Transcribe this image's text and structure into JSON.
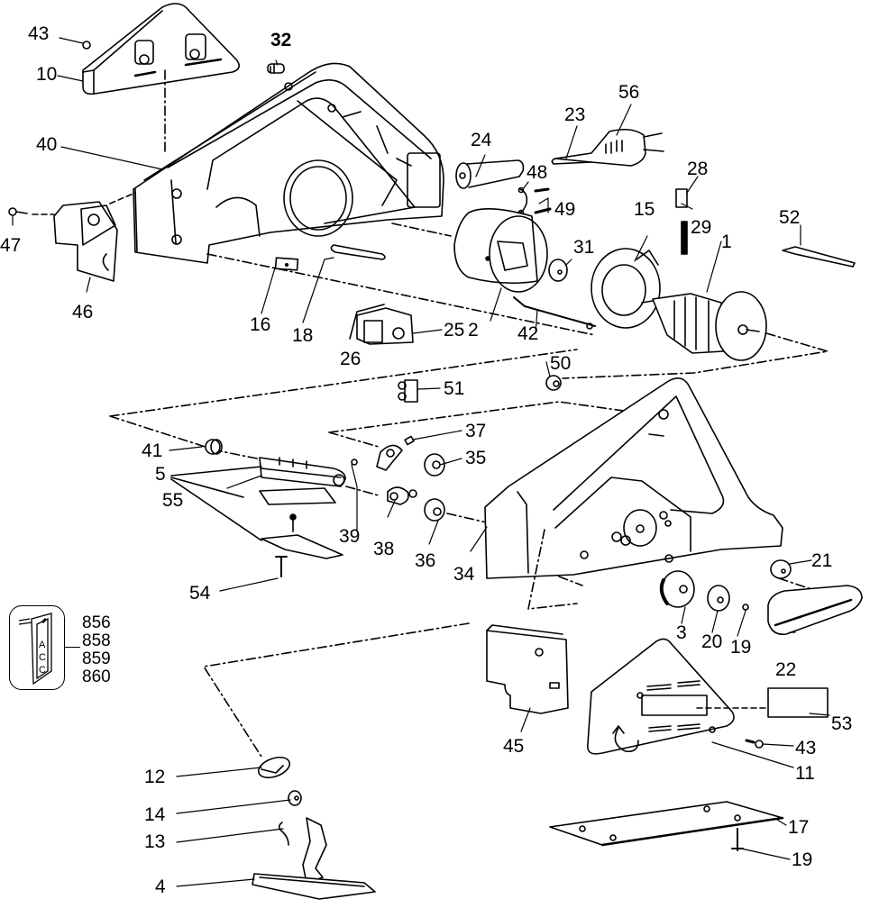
{
  "title": "Exploded parts diagram – electric planer",
  "callouts": {
    "p43a": "43",
    "p10": "10",
    "p32": "32",
    "p40": "40",
    "p47": "47",
    "p46": "46",
    "p16": "16",
    "p18": "18",
    "p24": "24",
    "p23": "23",
    "p56": "56",
    "p48": "48",
    "p49": "49",
    "p28": "28",
    "p29": "29",
    "p15": "15",
    "p52": "52",
    "p1": "1",
    "p31": "31",
    "p2": "2",
    "p42": "42",
    "p25": "25",
    "p26": "26",
    "p50": "50",
    "p51": "51",
    "p37": "37",
    "p35": "35",
    "p41": "41",
    "p5": "5",
    "p55": "55",
    "p39": "39",
    "p38": "38",
    "p36": "36",
    "p34": "34",
    "p54": "54",
    "p21": "21",
    "p3": "3",
    "p20": "20",
    "p19a": "19",
    "p22": "22",
    "p45": "45",
    "p53": "53",
    "p43b": "43",
    "p11": "11",
    "p12": "12",
    "p14": "14",
    "p13": "13",
    "p17": "17",
    "p19b": "19",
    "p4": "4"
  },
  "accessory": {
    "icon": "blade-sharpener-icon",
    "letters": [
      "A",
      "C",
      "C"
    ],
    "part_numbers": [
      "856",
      "858",
      "859",
      "860"
    ]
  }
}
